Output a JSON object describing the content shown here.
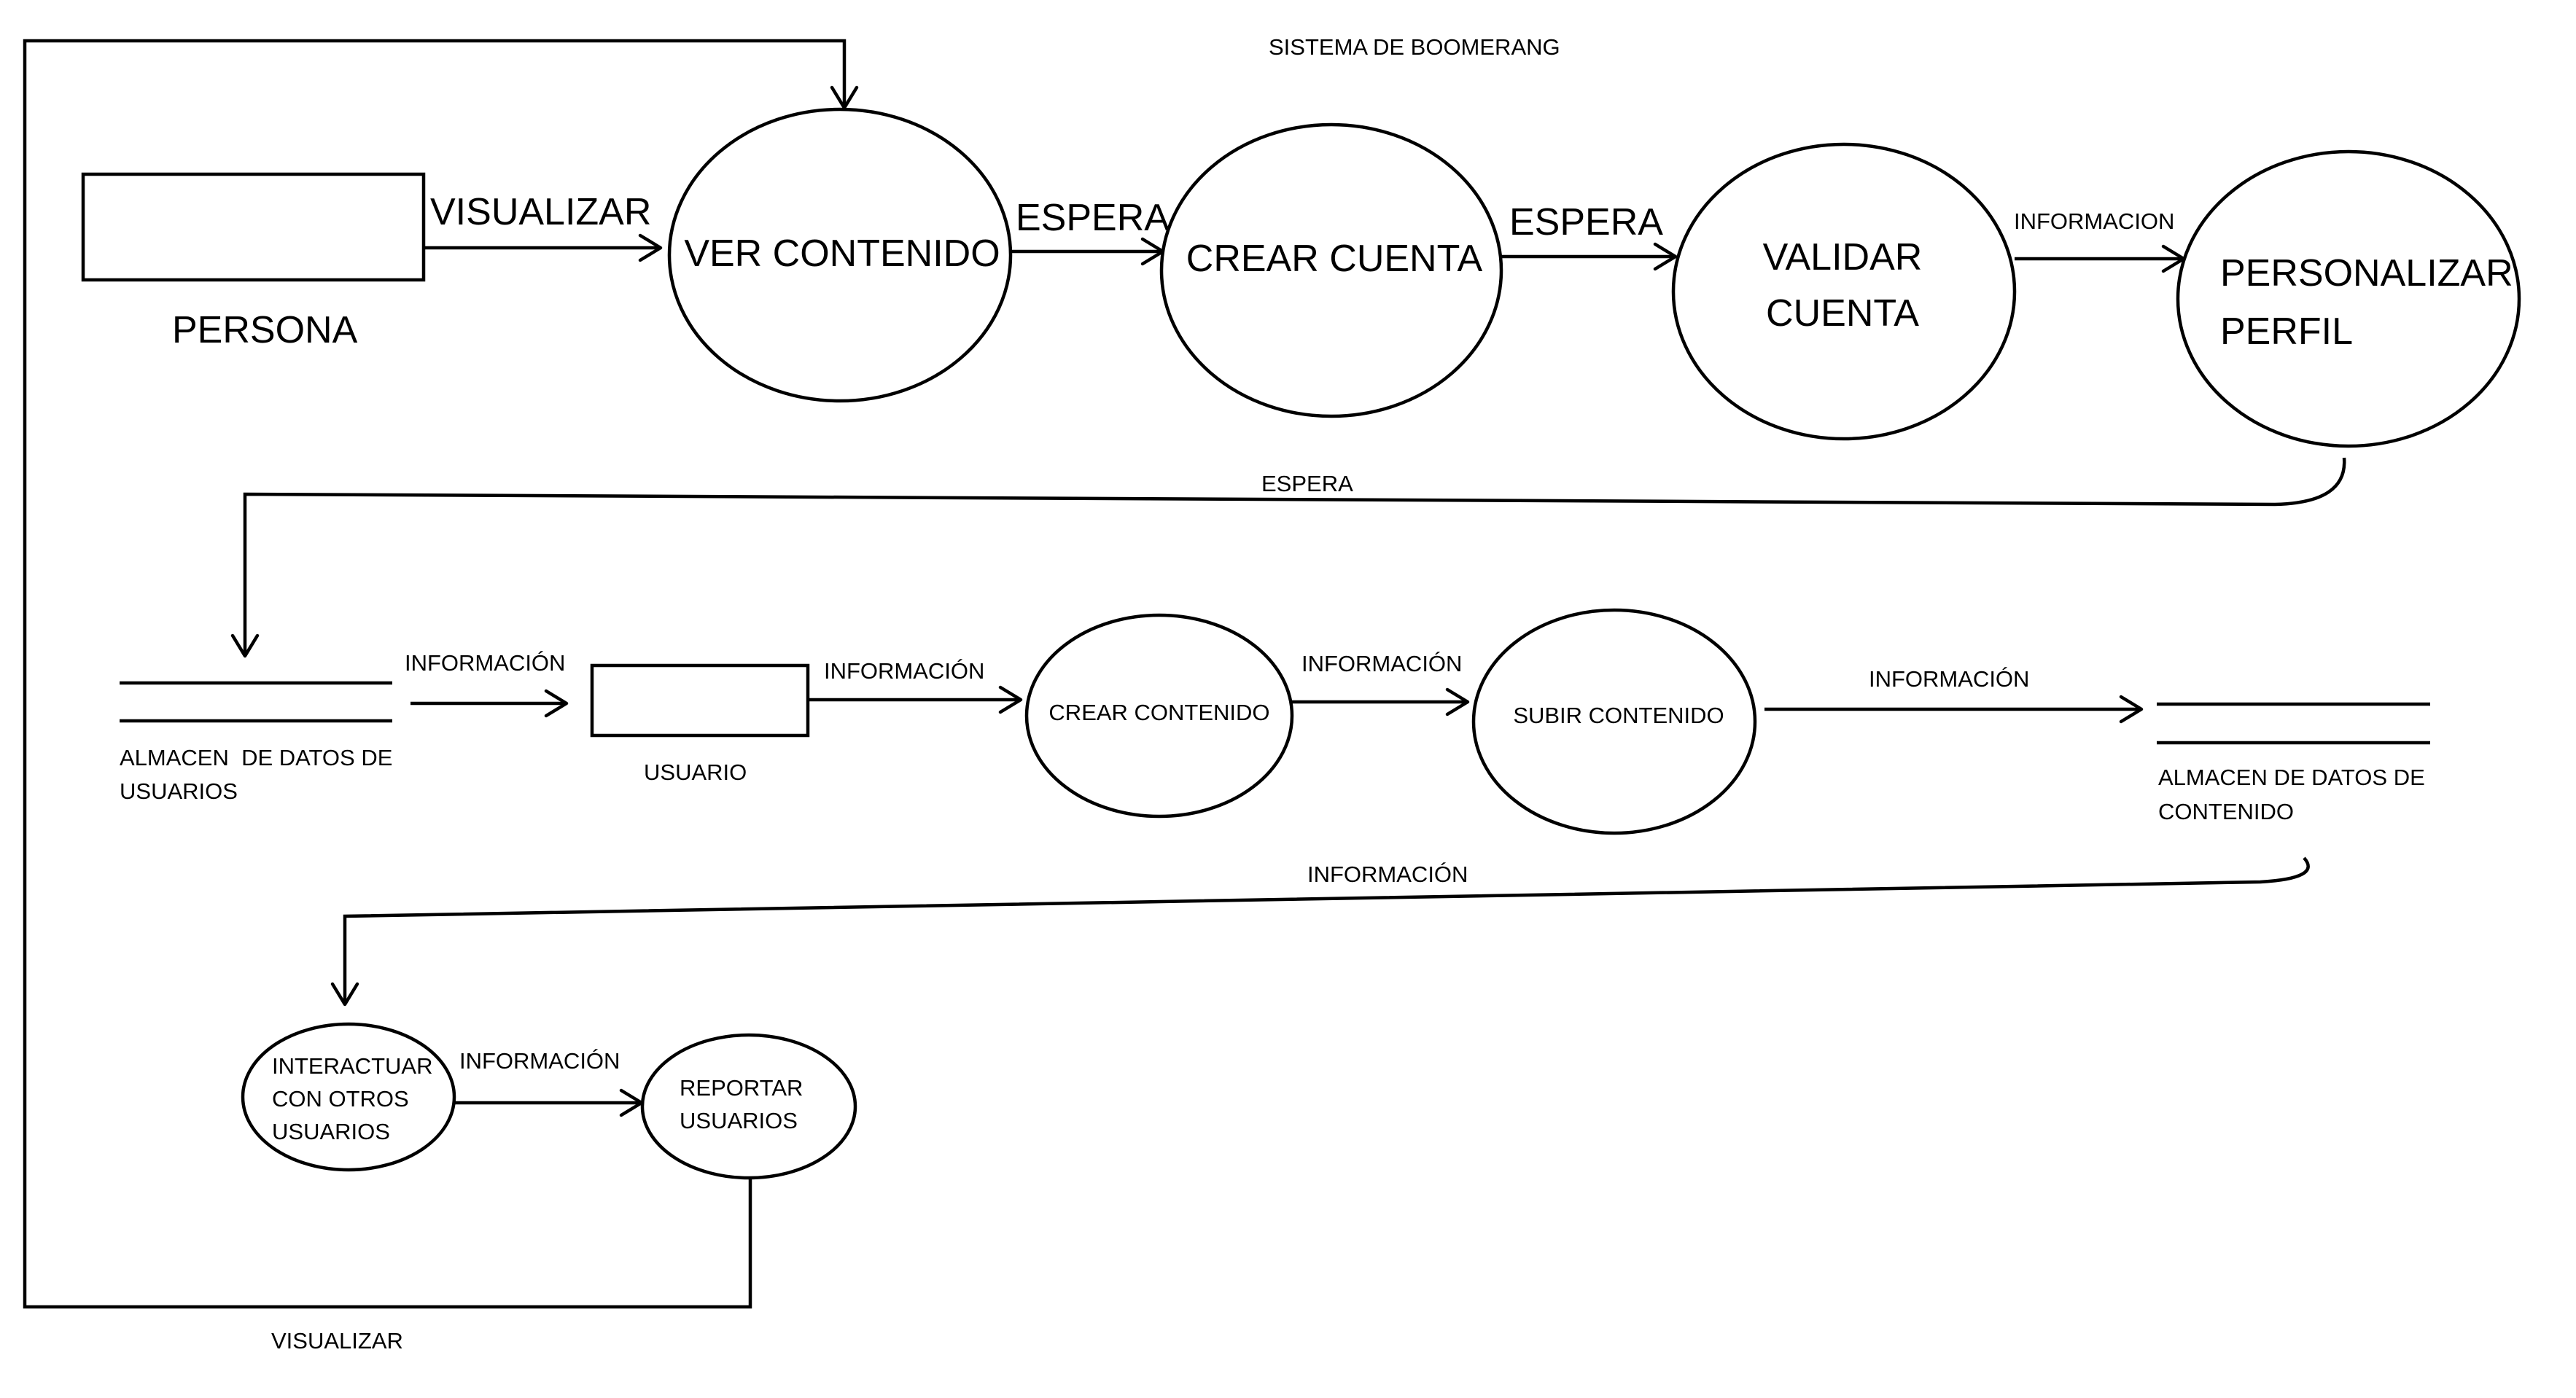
{
  "title": "SISTEMA DE BOOMERANG",
  "entities": {
    "persona": "PERSONA",
    "usuario": "USUARIO"
  },
  "processes": {
    "ver_contenido": [
      "VER CONTENIDO"
    ],
    "crear_cuenta": [
      "CREAR CUENTA"
    ],
    "validar_cuenta": [
      "VALIDAR",
      "CUENTA"
    ],
    "personalizar_perfil": [
      "PERSONALIZAR",
      "PERFIL"
    ],
    "crear_contenido": [
      "CREAR CONTENIDO"
    ],
    "subir_contenido": [
      "SUBIR CONTENIDO"
    ],
    "interactuar": [
      "INTERACTUAR",
      "CON OTROS",
      "USUARIOS"
    ],
    "reportar": [
      "REPORTAR",
      "USUARIOS"
    ]
  },
  "stores": {
    "usuarios": [
      "ALMACEN  DE DATOS DE",
      "USUARIOS"
    ],
    "contenido": [
      "ALMACEN DE DATOS DE",
      "CONTENIDO"
    ]
  },
  "flows": {
    "persona_ver": "VISUALIZAR",
    "ver_crear": "ESPERA",
    "crear_validar": "ESPERA",
    "validar_personalizar": "INFORMACION",
    "personalizar_store": "ESPERA",
    "store_usuario": "INFORMACIÓN",
    "usuario_crear": "INFORMACIÓN",
    "crear_subir": "INFORMACIÓN",
    "subir_store": "INFORMACIÓN",
    "store_interactuar": "INFORMACIÓN",
    "interactuar_reportar": "INFORMACIÓN",
    "reportar_ver": "VISUALIZAR"
  }
}
